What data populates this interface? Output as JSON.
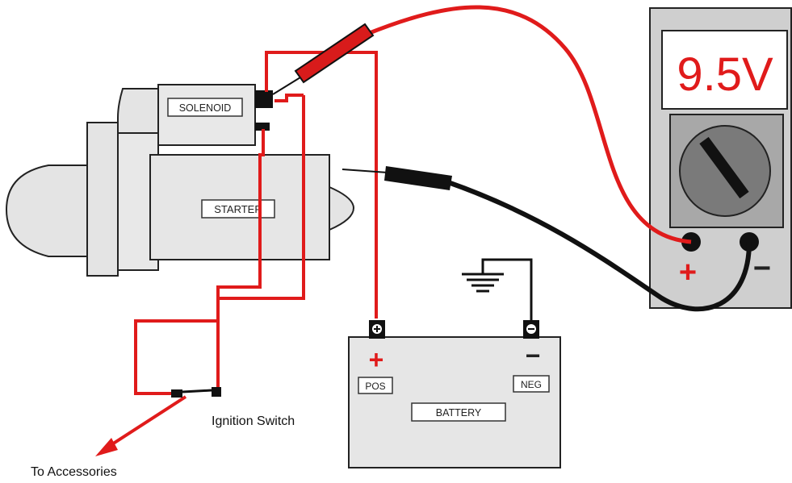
{
  "labels": {
    "solenoid": "SOLENOID",
    "starter": "STARTER",
    "battery": "BATTERY",
    "pos": "POS",
    "neg": "NEG",
    "ignition_switch": "Ignition Switch",
    "to_accessories": "To Accessories",
    "battery_pos_symbol": "+",
    "battery_neg_symbol": "−",
    "meter_pos_symbol": "+",
    "meter_neg_symbol": "−"
  },
  "meter": {
    "reading": "9.5V",
    "reading_color": "#e01b1b"
  },
  "colors": {
    "wire_red": "#e01b1b",
    "wire_black": "#111111",
    "body_gray": "#e4e4e4",
    "meter_gray": "#c8c8c8"
  }
}
